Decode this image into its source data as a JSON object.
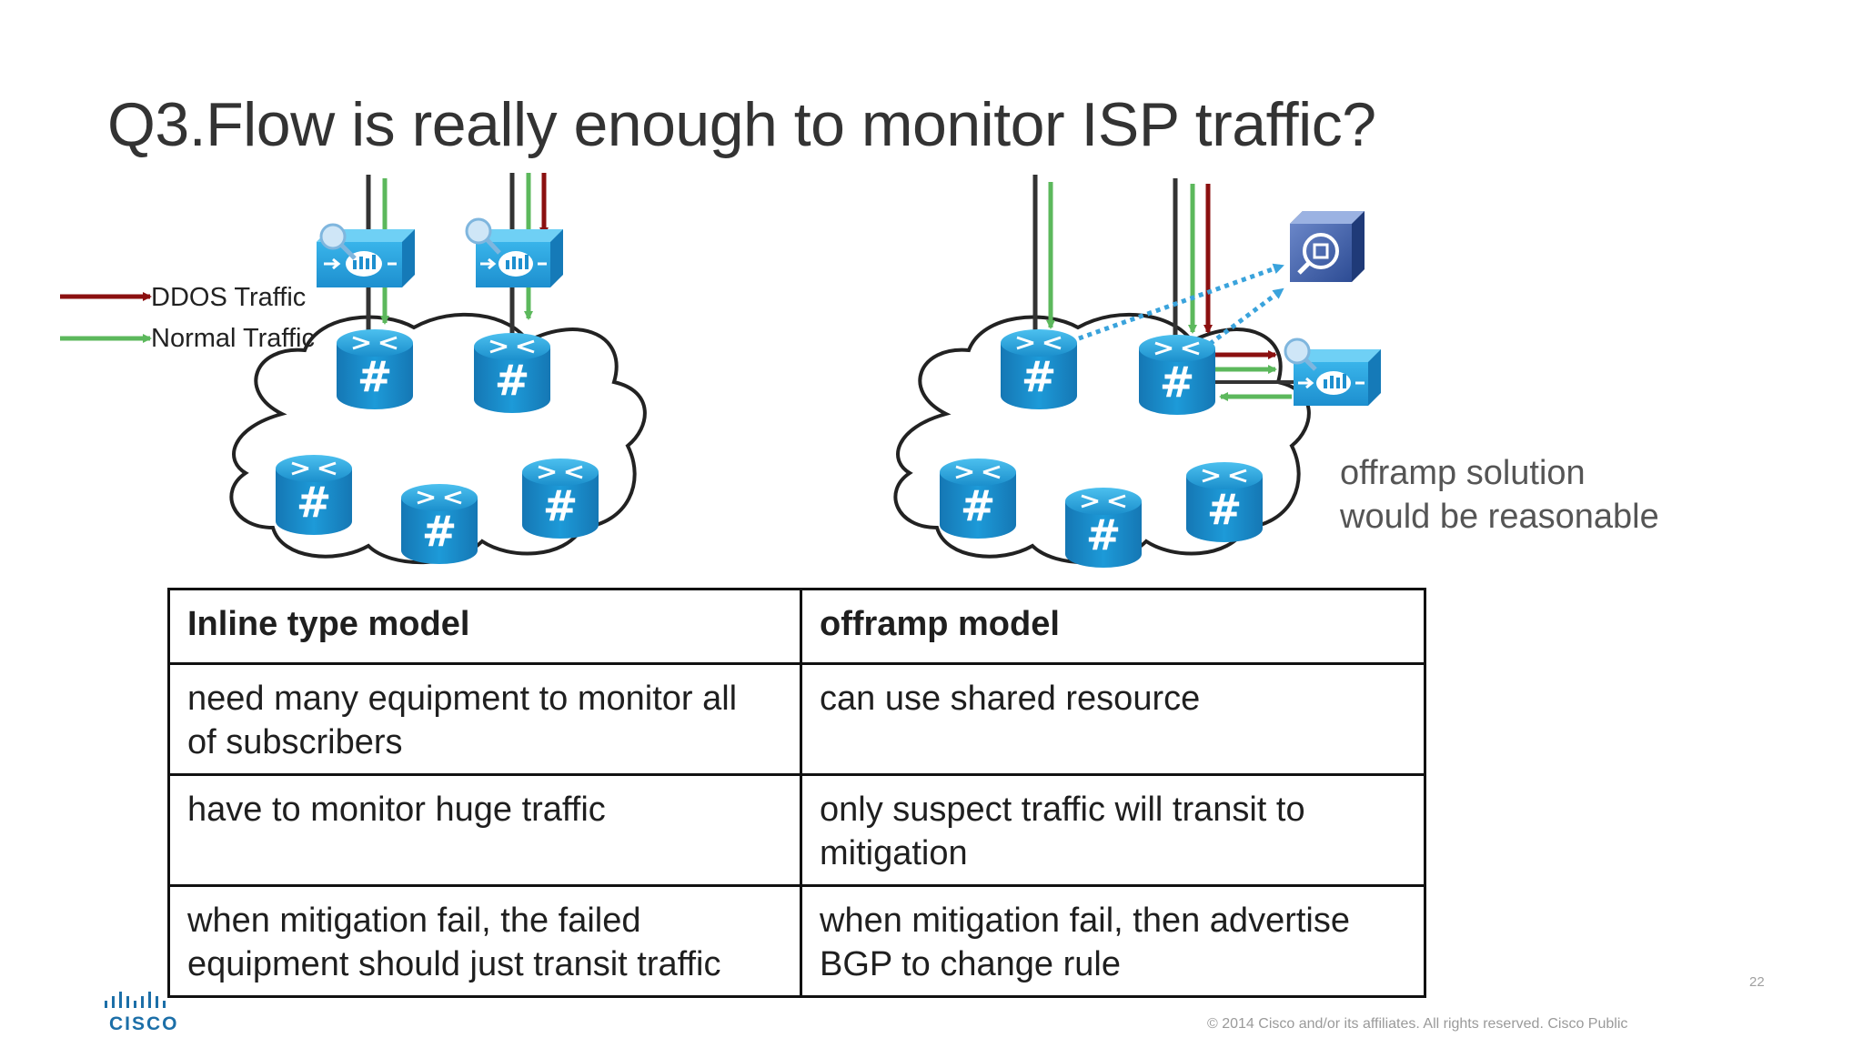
{
  "title": "Q3.Flow is really enough to monitor ISP traffic?",
  "legend": {
    "ddos": "DDOS Traffic",
    "normal": "Normal Traffic"
  },
  "colors": {
    "ddos": "#8b1010",
    "normal": "#5cb85c",
    "device": "#1e9ad6",
    "dotted": "#3aa3dc",
    "table_border": "#111111"
  },
  "note": {
    "line1": "offramp solution",
    "line2": "would be reasonable"
  },
  "router_label": "#",
  "table": {
    "headers": [
      "Inline type model",
      "offramp model"
    ],
    "rows": [
      {
        "left": [
          "need many equipment to monitor all",
          "of subscribers"
        ],
        "right": [
          "can use shared resource"
        ]
      },
      {
        "left": [
          "have to monitor huge traffic"
        ],
        "right": [
          "only suspect traffic will transit to",
          "mitigation"
        ]
      },
      {
        "left": [
          "when mitigation fail, the failed",
          "equipment should just transit traffic"
        ],
        "right": [
          "when mitigation fail, then advertise",
          "BGP to change rule"
        ]
      }
    ]
  },
  "footer": {
    "page_number": "22",
    "copyright": "© 2014  Cisco and/or its affiliates. All rights reserved.   Cisco Public",
    "logo_text": "CISCO"
  }
}
